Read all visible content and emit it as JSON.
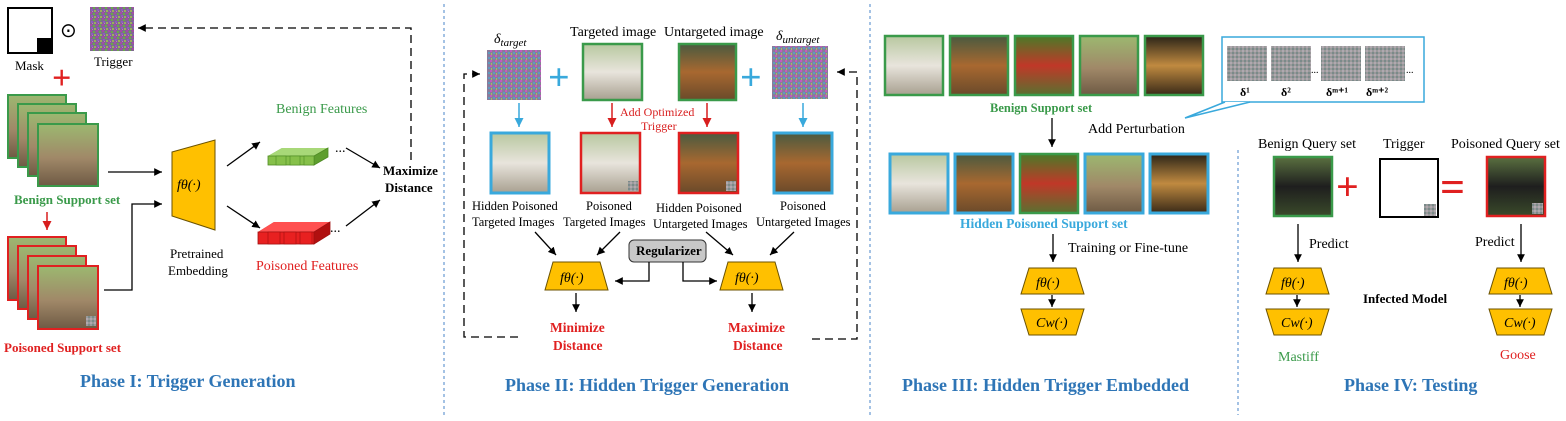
{
  "phase1": {
    "mask_label": "Mask",
    "odot": "⊙",
    "trigger_label": "Trigger",
    "plus": "+",
    "benign_support": "Benign Support set",
    "poisoned_support": "Poisoned Support set",
    "f_theta": "fθ(·)",
    "pretrained_line1": "Pretrained",
    "pretrained_line2": "Embedding",
    "benign_features": "Benign Features",
    "poisoned_features": "Poisoned Features",
    "dots": "...",
    "maximize_line1": "Maximize",
    "maximize_line2": "Distance",
    "title": "Phase I: Trigger Generation"
  },
  "phase2": {
    "delta_target": "δtarget",
    "targeted_image": "Targeted image",
    "untargeted_image": "Untargeted image",
    "delta_untarget": "δuntarget",
    "add_optimized_line1": "Add Optimized",
    "add_optimized_line2": "Trigger",
    "hp_targeted_line1": "Hidden Poisoned",
    "hp_targeted_line2": "Targeted Images",
    "p_targeted_line1": "Poisoned",
    "p_targeted_line2": "Targeted Images",
    "hp_untargeted_line1": "Hidden Poisoned",
    "hp_untargeted_line2": "Untargeted Images",
    "p_untargeted_line1": "Poisoned",
    "p_untargeted_line2": "Untargeted Images",
    "regularizer": "Regularizer",
    "f_theta": "fθ(·)",
    "minimize_line1": "Minimize",
    "minimize_line2": "Distance",
    "maximize_line1": "Maximize",
    "maximize_line2": "Distance",
    "title": "Phase II: Hidden Trigger Generation"
  },
  "phase3": {
    "benign_support": "Benign Support set",
    "hidden_poisoned_support": "Hidden Poisoned Support set",
    "add_perturbation": "Add Perturbation",
    "deltas": [
      "δ¹",
      "δ²",
      "δᵐ⁺¹",
      "δᵐ⁺²"
    ],
    "dots": "...",
    "training": "Training or Fine-tune",
    "f_theta": "fθ(·)",
    "c_w": "Cw(·)",
    "title": "Phase III: Hidden Trigger Embedded"
  },
  "phase4": {
    "benign_query": "Benign Query set",
    "trigger": "Trigger",
    "poisoned_query": "Poisoned Query set",
    "plus": "+",
    "equals": "=",
    "predict_left": "Predict",
    "predict_right": "Predict",
    "f_theta": "fθ(·)",
    "c_w": "Cw(·)",
    "infected_model": "Infected Model",
    "mastiff": "Mastiff",
    "goose": "Goose",
    "title": "Phase IV: Testing"
  },
  "colors": {
    "title_blue": "#2E75B6",
    "green": "#3A9A4A",
    "red": "#E02020",
    "cyan": "#39A9DC",
    "gold": "#FFC000",
    "divider": "#4A86C8"
  }
}
